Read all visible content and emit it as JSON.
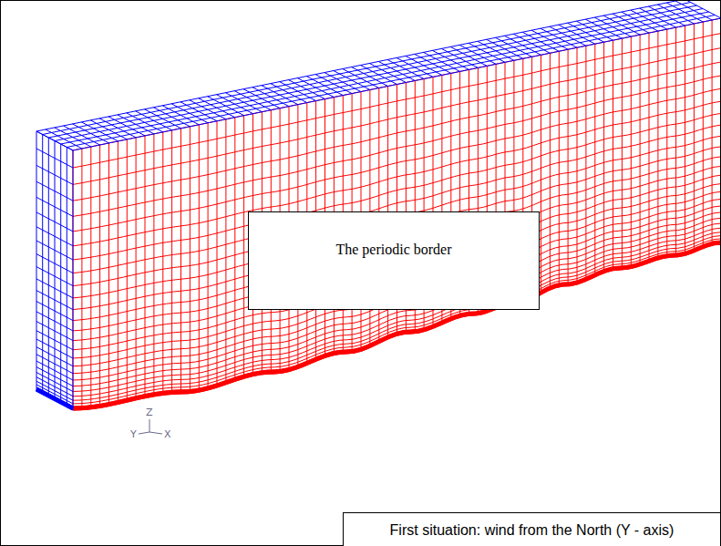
{
  "diagram": {
    "nodes": [
      {
        "text": [
          "The periodic border"
        ]
      },
      {
        "text": [
          "First situation: wind from the North (Y - axis)"
        ]
      }
    ],
    "labels": [
      "Z",
      "Y",
      "X"
    ]
  }
}
